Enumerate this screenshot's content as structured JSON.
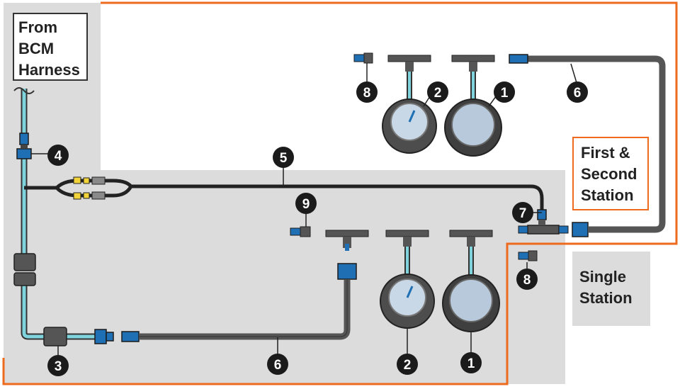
{
  "labels": {
    "from_bcm": "From\nBCM\nHarness",
    "first_second": "First &\nSecond\nStation",
    "single": "Single\nStation"
  },
  "callouts": {
    "c4": "4",
    "c5": "5",
    "c9": "9",
    "c7": "7",
    "c8_single": "8",
    "c3": "3",
    "c6_bottom": "6",
    "c2_bottom": "2",
    "c1_bottom": "1",
    "c8_top": "8",
    "c2_top": "2",
    "c1_top": "1",
    "c6_top": "6"
  },
  "colors": {
    "accent_orange": "#ee6a1e",
    "cable_teal": "#7fd3dd",
    "cable_dark": "#333333",
    "connector_blue": "#1f6fb5",
    "connector_yellow": "#f2d33a",
    "region_gray": "#dcdcdc"
  }
}
